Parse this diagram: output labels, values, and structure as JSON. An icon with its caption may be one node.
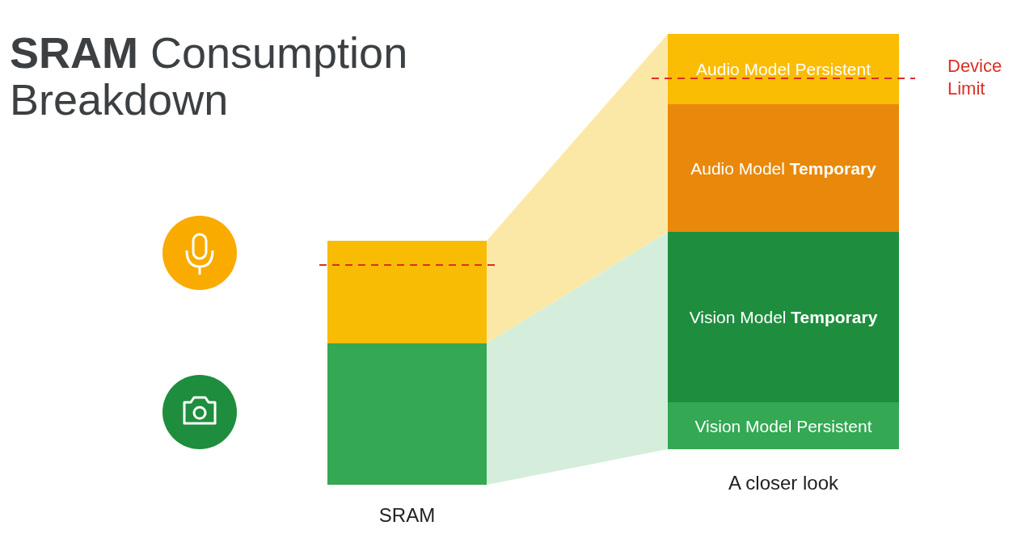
{
  "diagram": {
    "title": "**SRAM** Consumption Breakdown",
    "nodes": [
      {
        "text": [],
        "shape": "bar"
      },
      {
        "text": [],
        "shape": "bar"
      },
      {
        "text": [
          "Audio Model Persistent"
        ]
      },
      {
        "text": [
          "Audio Model **Temporary**"
        ]
      },
      {
        "text": [
          "Vision Model **Temporary**"
        ]
      },
      {
        "text": [
          "Vision Model Persistent"
        ]
      }
    ],
    "labels": [
      "Device Limit",
      "SRAM",
      "A closer look"
    ]
  }
}
